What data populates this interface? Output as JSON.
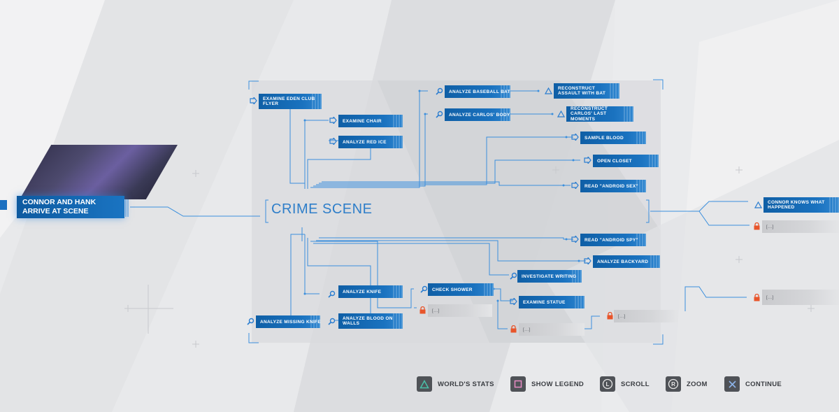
{
  "start_scene": {
    "title": "CONNOR AND HANK ARRIVE AT SCENE",
    "photo_desc_icon": "scene-photo"
  },
  "hub": {
    "title": "CRIME SCENE"
  },
  "nodes": {
    "examine_flyer": "EXAMINE EDEN CLUB FLYER",
    "examine_chair": "EXAMINE CHAIR",
    "analyze_red_ice": "ANALYZE RED ICE",
    "analyze_bat": "ANALYZE BASEBALL BAT",
    "reconstruct_bat": "RECONSTRUCT ASSAULT WITH BAT",
    "analyze_body": "ANALYZE CARLOS' BODY",
    "reconstruct_moments": "RECONSTRUCT CARLOS' LAST MOMENTS",
    "sample_blood": "SAMPLE BLOOD",
    "open_closet": "OPEN CLOSET",
    "read_sex": "READ \"ANDROID SEX\"",
    "read_spy": "READ \"ANDROID SPY\"",
    "analyze_backyard": "ANALYZE BACKYARD",
    "investigate_writing": "INVESTIGATE WRITING",
    "analyze_knife": "ANALYZE KNIFE",
    "check_shower": "CHECK SHOWER",
    "examine_statue": "EXAMINE STATUE",
    "analyze_missing_knife": "ANALYZE MISSING KNIFE",
    "analyze_blood_walls": "ANALYZE BLOOD ON WALLS",
    "locked_1": "[...]",
    "locked_2": "[...]",
    "locked_3": "[...]",
    "outcome_knows": "CONNOR KNOWS WHAT HAPPENED",
    "outcome_locked_1": "[...]",
    "outcome_locked_2": "[...]"
  },
  "legend": [
    {
      "button": "triangle-button-icon",
      "label": "WORLD'S STATS"
    },
    {
      "button": "square-button-icon",
      "label": "SHOW LEGEND"
    },
    {
      "button": "l-stick-icon",
      "label": "SCROLL"
    },
    {
      "button": "r-stick-icon",
      "label": "ZOOM"
    },
    {
      "button": "cross-button-icon",
      "label": "CONTINUE"
    }
  ],
  "colors": {
    "accent": "#1a72bf",
    "wire": "#3b8fdd",
    "locked": "#e8552b"
  }
}
